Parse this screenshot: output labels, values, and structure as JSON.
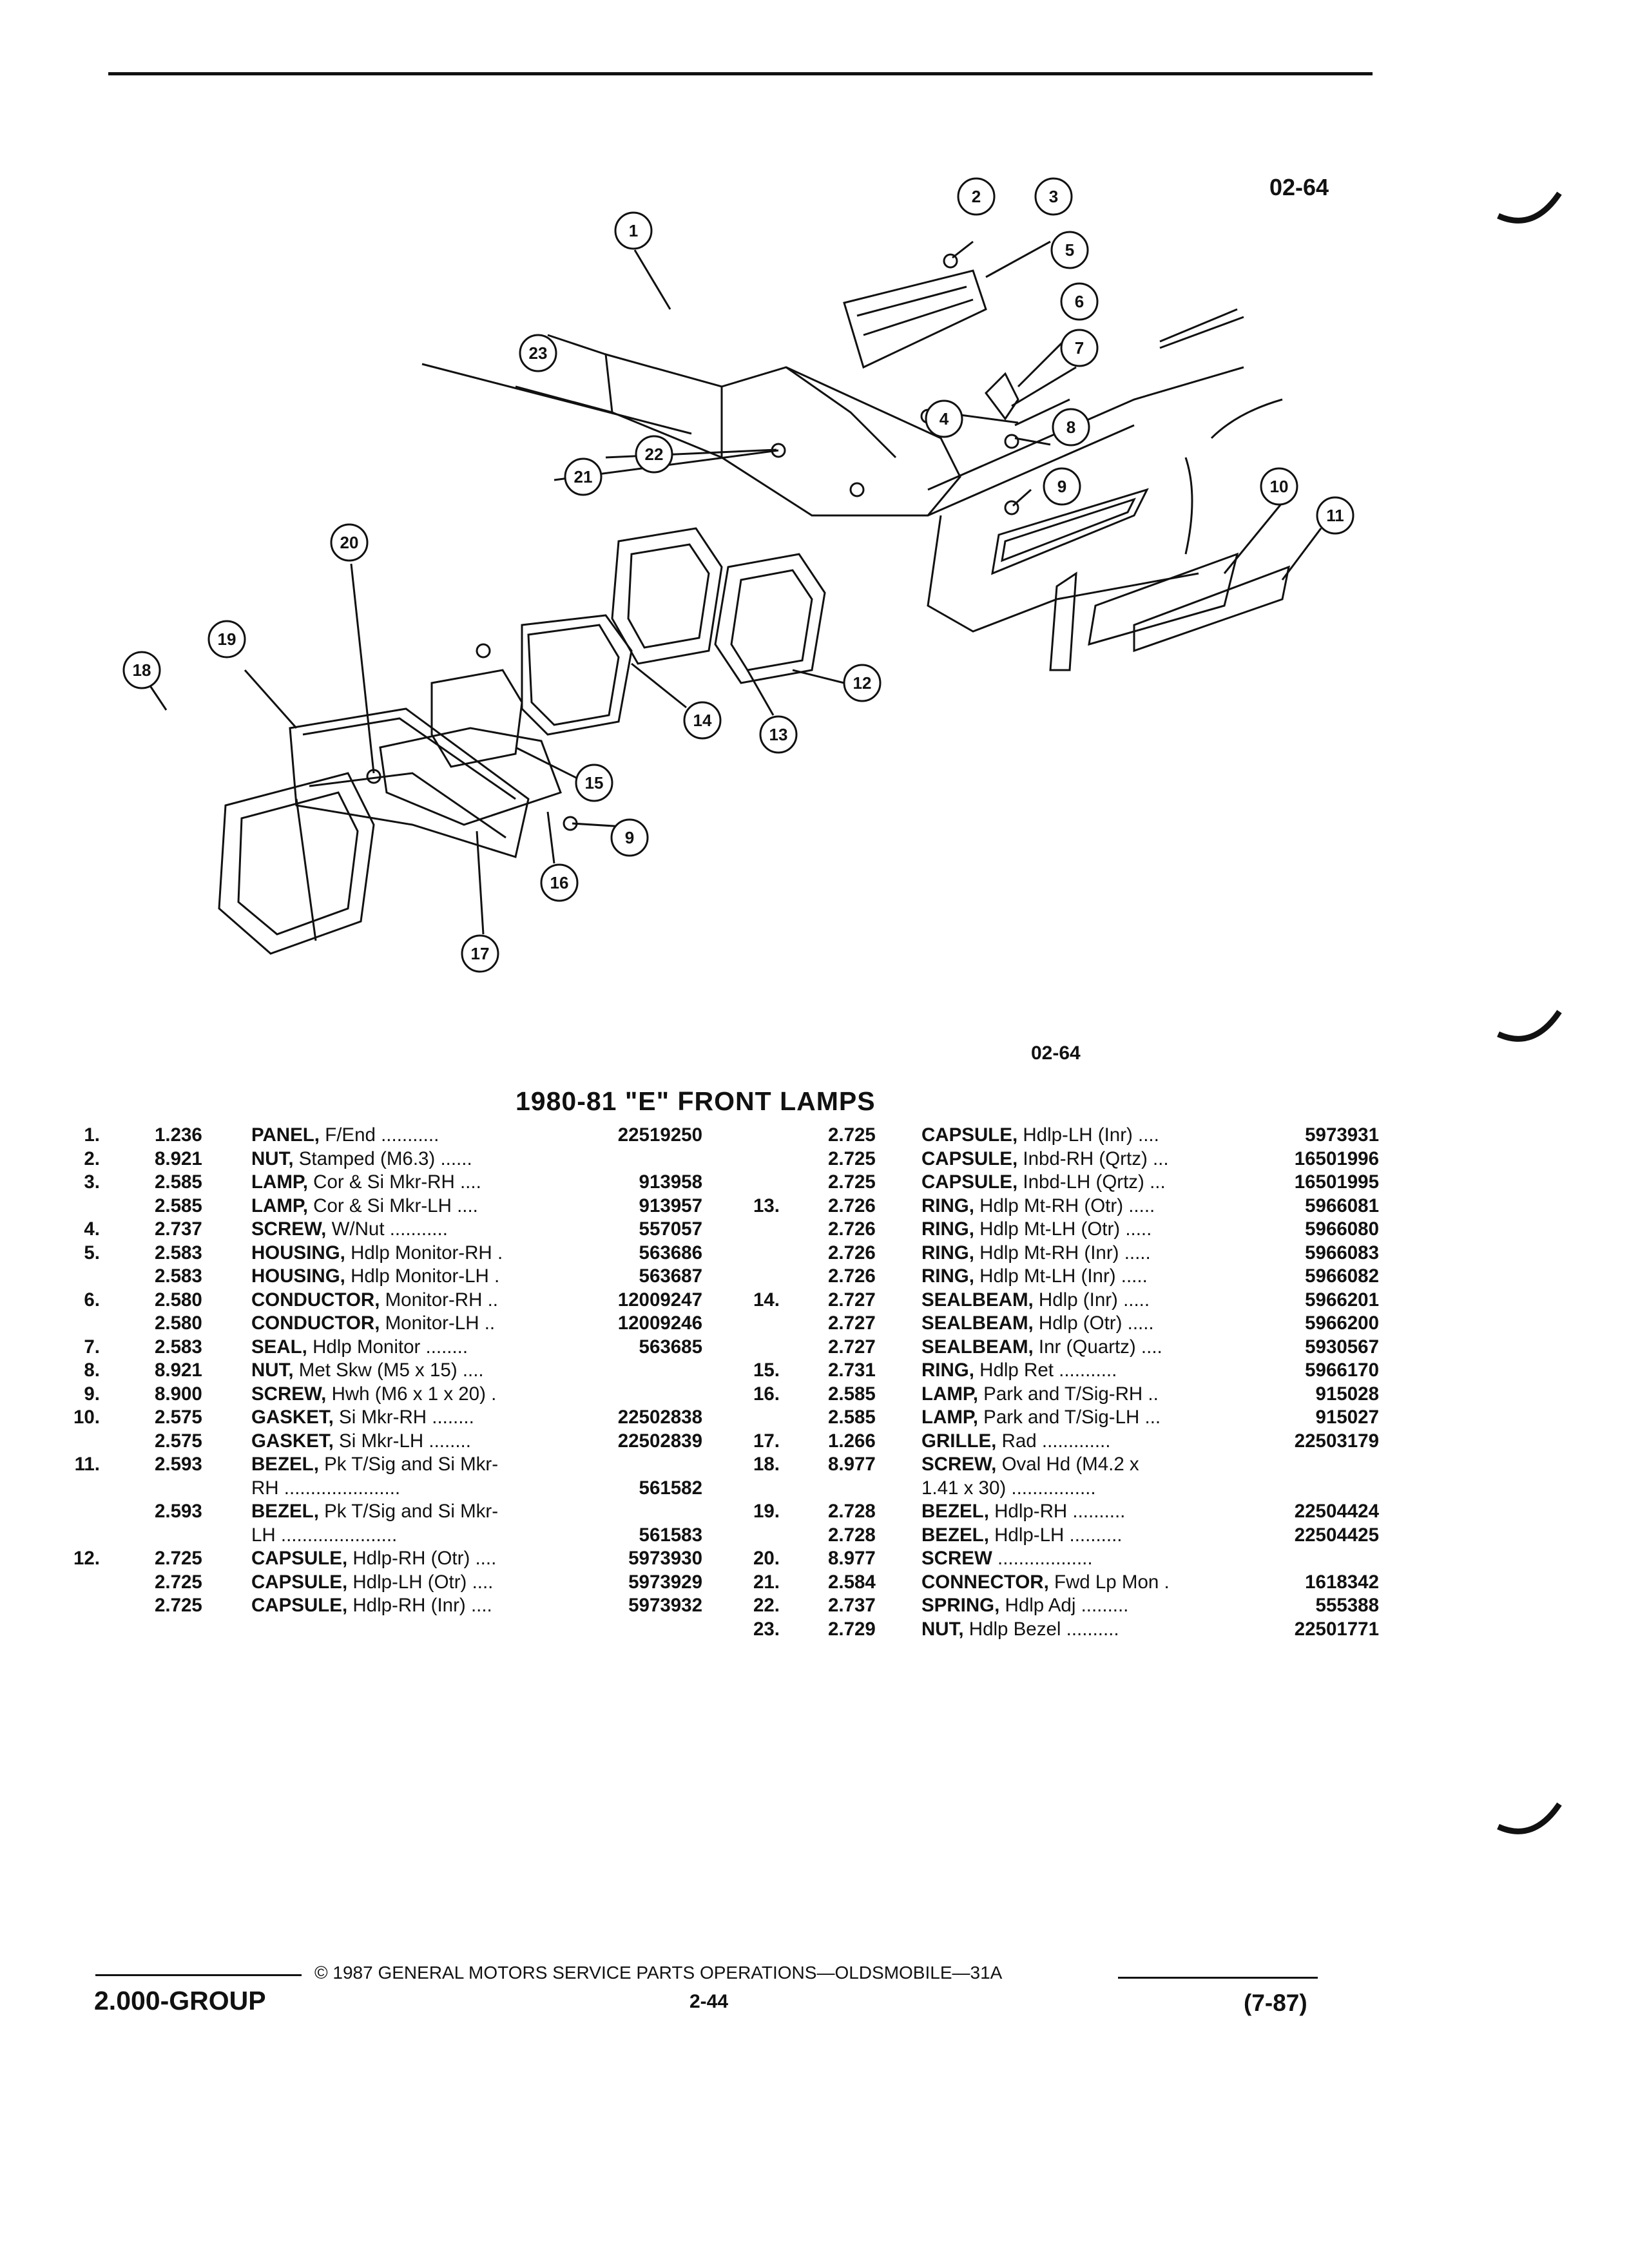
{
  "page_code": "02-64",
  "section_title": "1980-81 \"E\" FRONT LAMPS",
  "callouts": [
    "1",
    "2",
    "3",
    "4",
    "5",
    "6",
    "7",
    "8",
    "9",
    "10",
    "11",
    "12",
    "13",
    "14",
    "15",
    "16",
    "17",
    "18",
    "19",
    "20",
    "21",
    "22",
    "23",
    "9"
  ],
  "parts_left": [
    {
      "num": "1.",
      "group": "1.236",
      "name": "PANEL,",
      "rest": " F/End",
      "dots": " ...........",
      "pn": "22519250"
    },
    {
      "num": "2.",
      "group": "8.921",
      "name": "NUT,",
      "rest": " Stamped (M6.3)",
      "dots": " ......",
      "pn": ""
    },
    {
      "num": "3.",
      "group": "2.585",
      "name": "LAMP,",
      "rest": " Cor & Si Mkr-RH",
      "dots": " ....",
      "pn": "913958"
    },
    {
      "num": "",
      "group": "2.585",
      "name": "LAMP,",
      "rest": " Cor & Si Mkr-LH",
      "dots": " ....",
      "pn": "913957"
    },
    {
      "num": "4.",
      "group": "2.737",
      "name": "SCREW,",
      "rest": " W/Nut",
      "dots": " ...........",
      "pn": "557057"
    },
    {
      "num": "5.",
      "group": "2.583",
      "name": "HOUSING,",
      "rest": " Hdlp Monitor-RH",
      "dots": " .",
      "pn": "563686"
    },
    {
      "num": "",
      "group": "2.583",
      "name": "HOUSING,",
      "rest": " Hdlp Monitor-LH",
      "dots": " .",
      "pn": "563687"
    },
    {
      "num": "6.",
      "group": "2.580",
      "name": "CONDUCTOR,",
      "rest": " Monitor-RH",
      "dots": " ..",
      "pn": "12009247"
    },
    {
      "num": "",
      "group": "2.580",
      "name": "CONDUCTOR,",
      "rest": " Monitor-LH",
      "dots": " ..",
      "pn": "12009246"
    },
    {
      "num": "7.",
      "group": "2.583",
      "name": "SEAL,",
      "rest": " Hdlp Monitor",
      "dots": " ........",
      "pn": "563685"
    },
    {
      "num": "8.",
      "group": "8.921",
      "name": "NUT,",
      "rest": " Met Skw (M5 x 15)",
      "dots": " ....",
      "pn": ""
    },
    {
      "num": "9.",
      "group": "8.900",
      "name": "SCREW,",
      "rest": " Hwh (M6 x 1 x 20)",
      "dots": " .",
      "pn": ""
    },
    {
      "num": "10.",
      "group": "2.575",
      "name": "GASKET,",
      "rest": " Si Mkr-RH",
      "dots": " ........",
      "pn": "22502838"
    },
    {
      "num": "",
      "group": "2.575",
      "name": "GASKET,",
      "rest": " Si Mkr-LH",
      "dots": " ........",
      "pn": "22502839"
    },
    {
      "num": "11.",
      "group": "2.593",
      "name": "BEZEL,",
      "rest": " Pk T/Sig and Si Mkr-",
      "dots": "",
      "pn": ""
    },
    {
      "num": "",
      "group": "",
      "name": "",
      "rest": "RH",
      "dots": " ......................",
      "pn": "561582"
    },
    {
      "num": "",
      "group": "2.593",
      "name": "BEZEL,",
      "rest": " Pk T/Sig and Si Mkr-",
      "dots": "",
      "pn": ""
    },
    {
      "num": "",
      "group": "",
      "name": "",
      "rest": "LH",
      "dots": " ......................",
      "pn": "561583"
    },
    {
      "num": "12.",
      "group": "2.725",
      "name": "CAPSULE,",
      "rest": " Hdlp-RH (Otr)",
      "dots": " ....",
      "pn": "5973930"
    },
    {
      "num": "",
      "group": "2.725",
      "name": "CAPSULE,",
      "rest": " Hdlp-LH (Otr)",
      "dots": " ....",
      "pn": "5973929"
    },
    {
      "num": "",
      "group": "2.725",
      "name": "CAPSULE,",
      "rest": " Hdlp-RH (Inr)",
      "dots": " ....",
      "pn": "5973932"
    }
  ],
  "parts_right": [
    {
      "num": "",
      "group": "2.725",
      "name": "CAPSULE,",
      "rest": " Hdlp-LH (Inr)",
      "dots": " ....",
      "pn": "5973931"
    },
    {
      "num": "",
      "group": "2.725",
      "name": "CAPSULE,",
      "rest": " Inbd-RH (Qrtz)",
      "dots": " ...",
      "pn": "16501996"
    },
    {
      "num": "",
      "group": "2.725",
      "name": "CAPSULE,",
      "rest": " Inbd-LH (Qrtz)",
      "dots": " ...",
      "pn": "16501995"
    },
    {
      "num": "13.",
      "group": "2.726",
      "name": "RING,",
      "rest": " Hdlp Mt-RH (Otr)",
      "dots": " .....",
      "pn": "5966081"
    },
    {
      "num": "",
      "group": "2.726",
      "name": "RING,",
      "rest": " Hdlp Mt-LH (Otr)",
      "dots": " .....",
      "pn": "5966080"
    },
    {
      "num": "",
      "group": "2.726",
      "name": "RING,",
      "rest": " Hdlp Mt-RH (Inr)",
      "dots": " .....",
      "pn": "5966083"
    },
    {
      "num": "",
      "group": "2.726",
      "name": "RING,",
      "rest": " Hdlp Mt-LH (Inr)",
      "dots": " .....",
      "pn": "5966082"
    },
    {
      "num": "14.",
      "group": "2.727",
      "name": "SEALBEAM,",
      "rest": " Hdlp (Inr)",
      "dots": " .....",
      "pn": "5966201"
    },
    {
      "num": "",
      "group": "2.727",
      "name": "SEALBEAM,",
      "rest": " Hdlp (Otr)",
      "dots": " .....",
      "pn": "5966200"
    },
    {
      "num": "",
      "group": "2.727",
      "name": "SEALBEAM,",
      "rest": " Inr (Quartz)",
      "dots": " ....",
      "pn": "5930567"
    },
    {
      "num": "15.",
      "group": "2.731",
      "name": "RING,",
      "rest": " Hdlp Ret",
      "dots": " ...........",
      "pn": "5966170"
    },
    {
      "num": "16.",
      "group": "2.585",
      "name": "LAMP,",
      "rest": " Park and T/Sig-RH",
      "dots": " ..",
      "pn": "915028"
    },
    {
      "num": "",
      "group": "2.585",
      "name": "LAMP,",
      "rest": " Park and T/Sig-LH",
      "dots": " ...",
      "pn": "915027"
    },
    {
      "num": "17.",
      "group": "1.266",
      "name": "GRILLE,",
      "rest": " Rad",
      "dots": " .............",
      "pn": "22503179"
    },
    {
      "num": "18.",
      "group": "8.977",
      "name": "SCREW,",
      "rest": " Oval Hd (M4.2 x",
      "dots": "",
      "pn": ""
    },
    {
      "num": "",
      "group": "",
      "name": "",
      "rest": "1.41 x 30)",
      "dots": " ................",
      "pn": ""
    },
    {
      "num": "19.",
      "group": "2.728",
      "name": "BEZEL,",
      "rest": " Hdlp-RH",
      "dots": " ..........",
      "pn": "22504424"
    },
    {
      "num": "",
      "group": "2.728",
      "name": "BEZEL,",
      "rest": " Hdlp-LH",
      "dots": " ..........",
      "pn": "22504425"
    },
    {
      "num": "20.",
      "group": "8.977",
      "name": "SCREW",
      "rest": "",
      "dots": " ..................",
      "pn": ""
    },
    {
      "num": "21.",
      "group": "2.584",
      "name": "CONNECTOR,",
      "rest": " Fwd Lp Mon",
      "dots": " .",
      "pn": "1618342"
    },
    {
      "num": "22.",
      "group": "2.737",
      "name": "SPRING,",
      "rest": " Hdlp Adj",
      "dots": " .........",
      "pn": "555388"
    },
    {
      "num": "23.",
      "group": "2.729",
      "name": "NUT,",
      "rest": " Hdlp Bezel",
      "dots": " ..........",
      "pn": "22501771"
    }
  ],
  "footer": {
    "copyright": "© 1987 GENERAL MOTORS SERVICE PARTS OPERATIONS—OLDSMOBILE—31A",
    "group": "2.000-GROUP",
    "page": "2-44",
    "date": "(7-87)"
  }
}
